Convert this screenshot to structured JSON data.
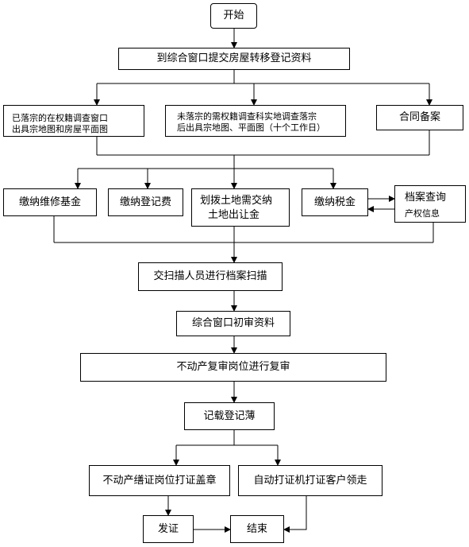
{
  "flow": {
    "start": "开始",
    "submit": "到综合窗口提交房屋转移登记资料",
    "branch_left": [
      "已落宗的在权籍调查窗口",
      "出具宗地图和房屋平面图"
    ],
    "branch_mid": [
      "未落宗的需权籍调查科实地调查落宗",
      "后出具宗地图、平面图（十个工作日）"
    ],
    "branch_right": "合同备案",
    "fee_maintenance": "缴纳维修基金",
    "fee_registration": "缴纳登记费",
    "land_transfer": [
      "划拨土地需交纳",
      "土地出让金"
    ],
    "tax": "缴纳税金",
    "archive_query": [
      "档案查询",
      "产权信息"
    ],
    "scan": "交扫描人员进行档案扫描",
    "initial_review": "综合窗口初审资料",
    "re_review": "不动产复审岗位进行复审",
    "record_book": "记载登记薄",
    "certificate_seal": "不动产缮证岗位打证盖章",
    "auto_print": "自动打证机打证客户领走",
    "issue": "发证",
    "end": "结束"
  }
}
